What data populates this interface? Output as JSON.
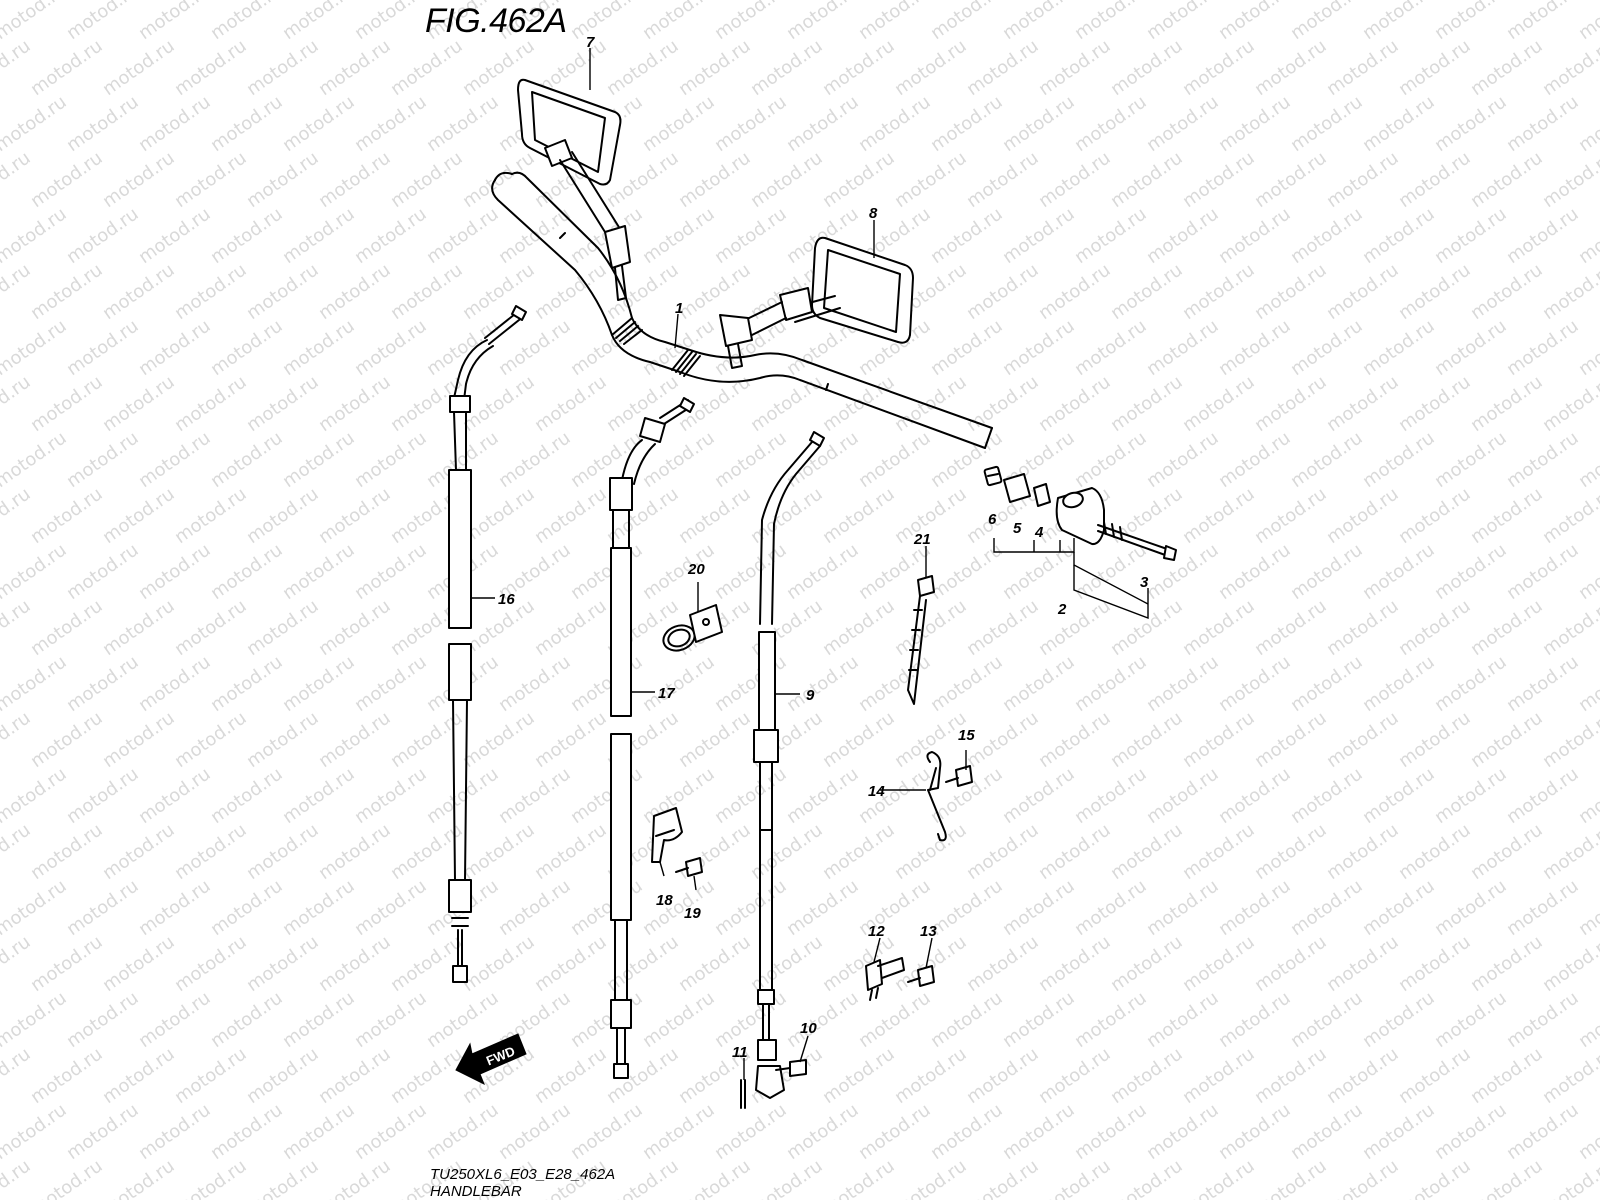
{
  "figure_title": "FIG.462A",
  "model_code": "TU250XL6_E03_E28_462A",
  "section_name": "HANDLEBAR",
  "watermark": "motod.ru",
  "fwd_label": "FWD",
  "callouts": {
    "c1": "1",
    "c2": "2",
    "c3": "3",
    "c4": "4",
    "c5": "5",
    "c6": "6",
    "c7": "7",
    "c8": "8",
    "c9": "9",
    "c10": "10",
    "c11": "11",
    "c12": "12",
    "c13": "13",
    "c14": "14",
    "c15": "15",
    "c16": "16",
    "c17": "17",
    "c18": "18",
    "c19": "19",
    "c20": "20",
    "c21": "21"
  }
}
